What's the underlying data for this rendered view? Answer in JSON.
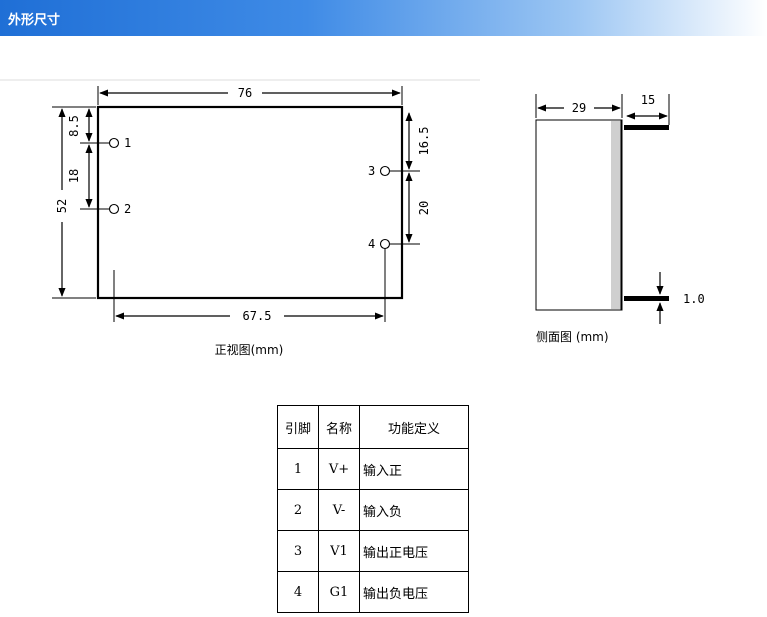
{
  "header": {
    "title": "外形尺寸"
  },
  "front_view": {
    "dim_width": "76",
    "dim_height": "52",
    "dim_pin_spacing": "67.5",
    "dim_top_left": "8.5",
    "dim_pin_left": "18",
    "dim_top_right": "16.5",
    "dim_pin_right": "20",
    "pin_labels": [
      "1",
      "2",
      "3",
      "4"
    ],
    "caption": "正视图(mm)"
  },
  "side_view": {
    "dim_depth": "29",
    "dim_pin_length": "15",
    "dim_pin_diameter": "1.0",
    "caption": "侧面图 (mm)"
  },
  "pin_table": {
    "headers": [
      "引脚",
      "名称",
      "功能定义"
    ],
    "rows": [
      [
        "1",
        "V+",
        "输入正"
      ],
      [
        "2",
        "V-",
        "输入负"
      ],
      [
        "3",
        "V1",
        "输出正电压"
      ],
      [
        "4",
        "G1",
        "输出负电压"
      ]
    ]
  }
}
